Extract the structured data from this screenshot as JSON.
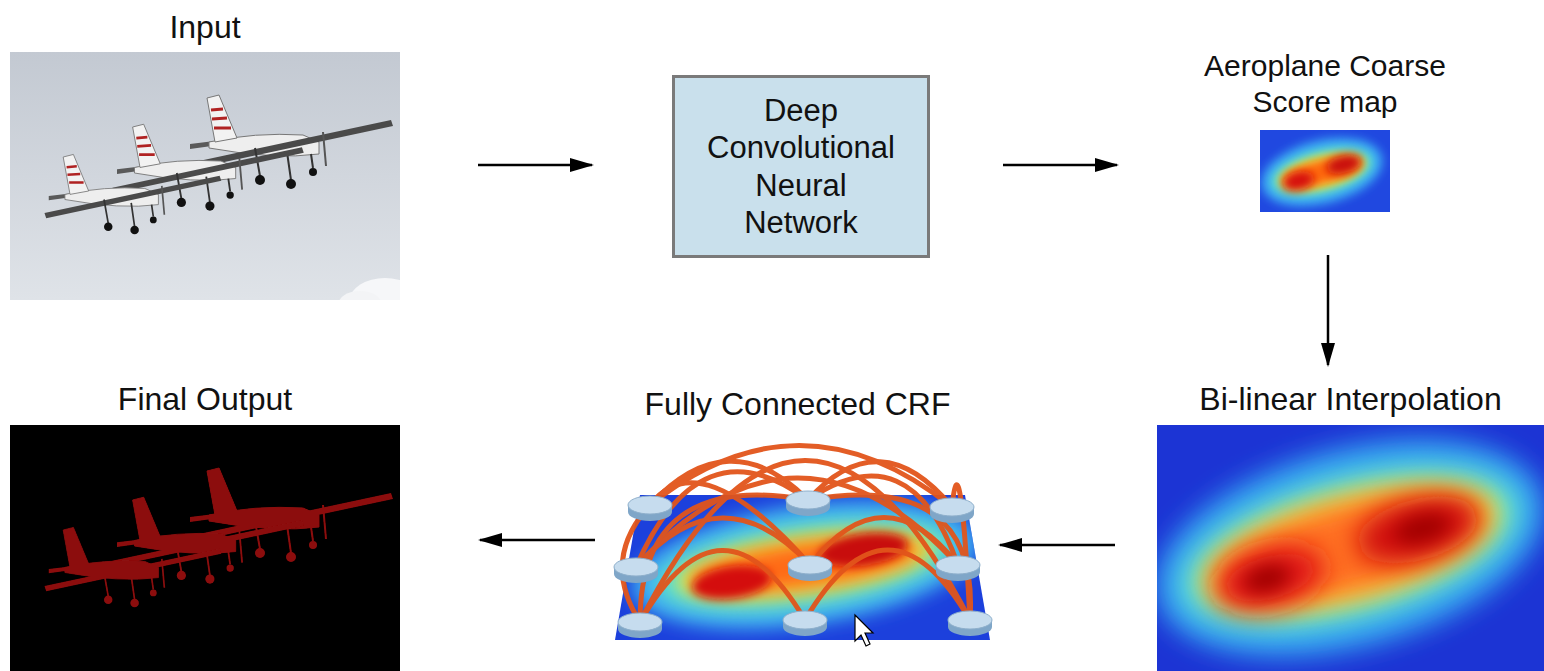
{
  "diagram": {
    "nodes": [
      {
        "text": [
          "Input"
        ]
      },
      {
        "text": [
          "Deep Convolutional Neural Network"
        ]
      },
      {
        "text": [
          "Aeroplane Coarse Score map"
        ]
      },
      {
        "text": [
          "Final Output"
        ]
      },
      {
        "text": [
          "Fully Connected CRF"
        ]
      },
      {
        "text": [
          "Bi-linear Interpolation"
        ]
      }
    ],
    "edges": [
      {
        "from": 0,
        "to": 1,
        "arrow": "to"
      },
      {
        "from": 1,
        "to": 2,
        "arrow": "to"
      },
      {
        "from": 2,
        "to": 5,
        "arrow": "to"
      },
      {
        "from": 5,
        "to": 4,
        "arrow": "to"
      },
      {
        "from": 4,
        "to": 3,
        "arrow": "to"
      }
    ]
  }
}
